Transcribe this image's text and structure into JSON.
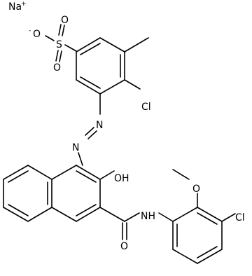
{
  "labels": {
    "sodium": "Na",
    "sodium_charge": "+",
    "sulfonate_o_minus": "O",
    "sulfonate_charge": "-",
    "sulfonate_s": "S",
    "sulfonate_o_top": "O",
    "sulfonate_o_bottom": "O",
    "cl_top": "Cl",
    "azo_n1": "N",
    "azo_n2": "N",
    "hydroxyl": "OH",
    "amide_o": "O",
    "amide_nh": "NH",
    "methoxy_o": "O",
    "cl_bottom": "Cl"
  },
  "colors": {
    "ink": "#000000",
    "background": "#ffffff"
  }
}
